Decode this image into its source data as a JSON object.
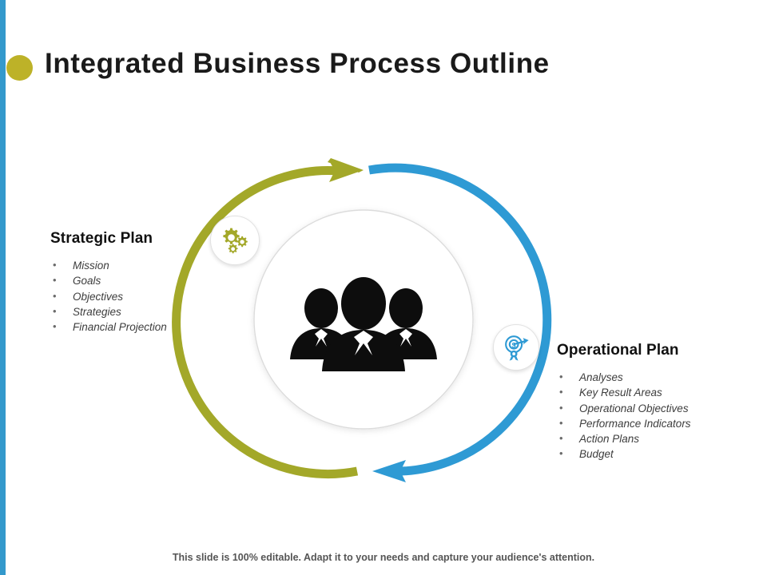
{
  "slide": {
    "title": "Integrated Business Process Outline",
    "caption": "This slide is 100% editable. Adapt it to your needs and capture your audience's attention.",
    "accent_blue": "#3399cc",
    "accent_olive": "#a3a829",
    "title_dot_color": "#bdb228"
  },
  "diagram": {
    "center_icon": "people-group-icon",
    "arcs": [
      {
        "name": "strategic-arc",
        "color": "#a3a829",
        "direction": "counterclockwise",
        "arrow_position": "top",
        "arrow_points": "right"
      },
      {
        "name": "operational-arc",
        "color": "#2e9ad4",
        "direction": "clockwise",
        "arrow_position": "bottom",
        "arrow_points": "left"
      }
    ],
    "nodes": [
      {
        "key": "strategic",
        "icon": "gears-icon",
        "icon_color": "#a3a829"
      },
      {
        "key": "operational",
        "icon": "target-dollar-icon",
        "icon_color": "#2e9ad4"
      }
    ]
  },
  "strategic_plan": {
    "heading": "Strategic Plan",
    "items": [
      "Mission",
      "Goals",
      "Objectives",
      "Strategies",
      "Financial Projection"
    ]
  },
  "operational_plan": {
    "heading": "Operational Plan",
    "items": [
      "Analyses",
      "Key Result Areas",
      "Operational Objectives",
      "Performance Indicators",
      "Action Plans",
      "Budget"
    ]
  }
}
